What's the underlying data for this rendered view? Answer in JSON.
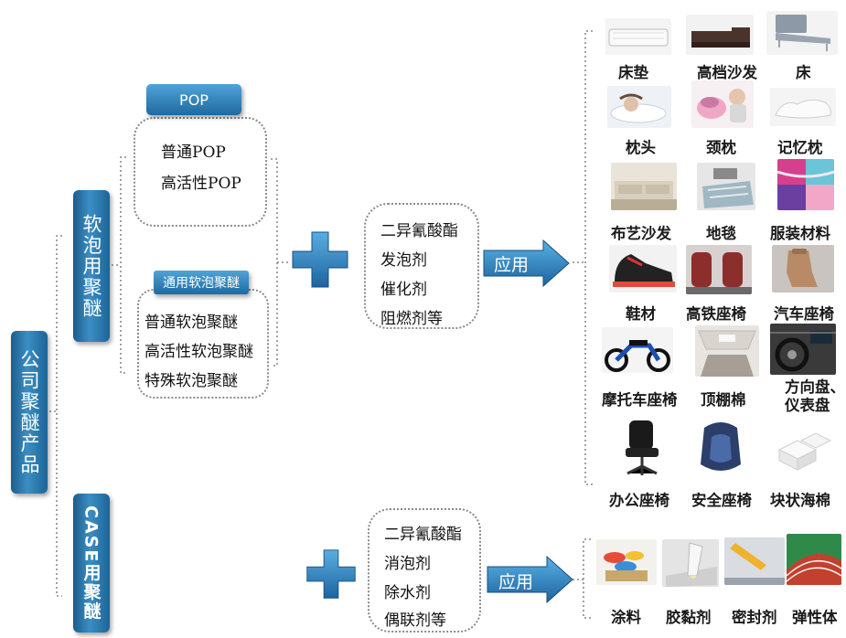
{
  "root": {
    "label": "公司聚醚产品"
  },
  "soft_foam": {
    "label": "软泡用聚醚"
  },
  "case": {
    "label": "CASE用聚醚"
  },
  "pop": {
    "header": "POP",
    "items": [
      "普通POP",
      "高活性POP"
    ]
  },
  "general_soft": {
    "header": "通用软泡聚醚",
    "items": [
      "普通软泡聚醚",
      "高活性软泡聚醚",
      "特殊软泡聚醚"
    ]
  },
  "soft_additives": [
    "二异氰酸酯",
    "发泡剂",
    "催化剂",
    "阻燃剂等"
  ],
  "case_additives": [
    "二异氰酸酯",
    "消泡剂",
    "除水剂",
    "偶联剂等"
  ],
  "arrow_label": "应用",
  "soft_applications": [
    {
      "label": "床垫",
      "icon": "mattress-icon"
    },
    {
      "label": "高档沙发",
      "icon": "sofa-icon"
    },
    {
      "label": "床",
      "icon": "bed-icon"
    },
    {
      "label": "枕头",
      "icon": "pillow-icon"
    },
    {
      "label": "颈枕",
      "icon": "neck-pillow-icon"
    },
    {
      "label": "记忆枕",
      "icon": "memory-pillow-icon"
    },
    {
      "label": "布艺沙发",
      "icon": "fabric-sofa-icon"
    },
    {
      "label": "地毯",
      "icon": "carpet-icon"
    },
    {
      "label": "服装材料",
      "icon": "clothing-fabric-icon"
    },
    {
      "label": "鞋材",
      "icon": "shoe-icon"
    },
    {
      "label": "高铁座椅",
      "icon": "train-seat-icon"
    },
    {
      "label": "汽车座椅",
      "icon": "car-seat-icon"
    },
    {
      "label": "摩托车座椅",
      "icon": "motorcycle-icon"
    },
    {
      "label": "顶棚棉",
      "icon": "ceiling-icon"
    },
    {
      "label": "方向盘、\n仪表盘",
      "icon": "steering-wheel-icon"
    },
    {
      "label": "办公座椅",
      "icon": "office-chair-icon"
    },
    {
      "label": "安全座椅",
      "icon": "child-seat-icon"
    },
    {
      "label": "块状海棉",
      "icon": "sponge-icon"
    }
  ],
  "case_applications": [
    {
      "label": "涂料",
      "icon": "paint-icon"
    },
    {
      "label": "胶黏剂",
      "icon": "adhesive-icon"
    },
    {
      "label": "密封剂",
      "icon": "sealant-icon"
    },
    {
      "label": "弹性体",
      "icon": "elastomer-track-icon"
    }
  ]
}
